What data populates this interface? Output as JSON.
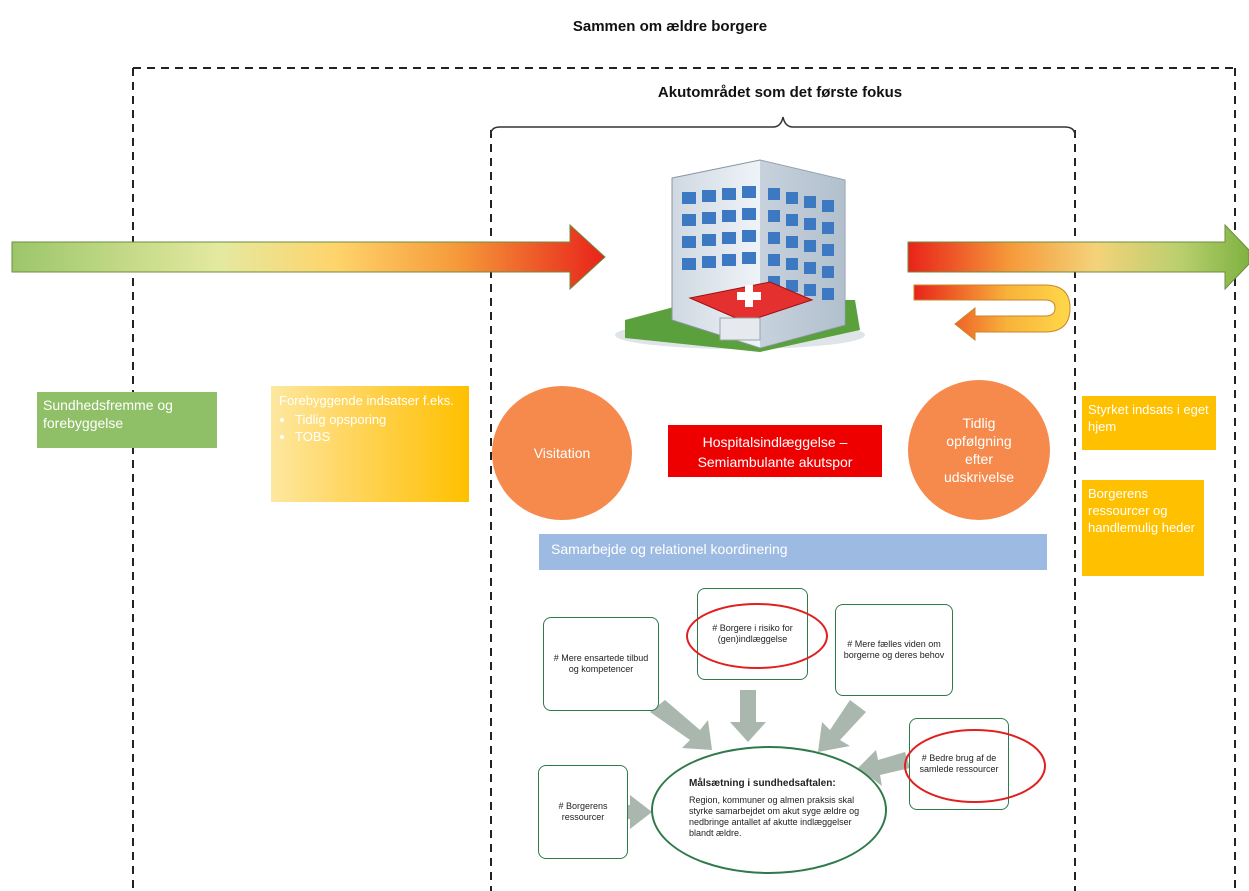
{
  "title": "Sammen om ældre borgere",
  "subtitle": "Akutområdet som det første fokus",
  "left_boxes": {
    "health": "Sundhedsfremme og forebyggelse",
    "prevention_title": "Forebyggende indsatser f.eks.",
    "prevention_items": [
      "Tidlig opsporing",
      "TOBS"
    ]
  },
  "center": {
    "visitation": "Visitation",
    "hospital": "Hospitalsindlæggelse – Semiambulante akutspor",
    "followup": "Tidlig opfølgning efter udskrivelse",
    "collaboration": "Samarbejde og relationel koordinering"
  },
  "right_boxes": {
    "home": "Styrket indsats i eget hjem",
    "resources": "Borgerens ressourcer og handlemulig heder"
  },
  "goals": {
    "box1": "# Mere ensartede tilbud og kompetencer",
    "box2": "# Borgere i risiko for (gen)indlæggelse",
    "box3": "# Mere fælles viden om borgerne og deres behov",
    "box4": "# Bedre brug af de samlede ressourcer",
    "box5": "# Borgerens ressourcer",
    "center_title": "Målsætning i sundhedsaftalen:",
    "center_text": "Region, kommuner og almen praksis skal styrke samarbejdet om akut syge ældre og nedbringe antallet af akutte indlæggelser blandt ældre."
  },
  "colors": {
    "green": "#8fbf67",
    "yellow": "#ffc000",
    "orange_circle": "#f58a4c",
    "red": "#ee0000",
    "blue": "#9dbbe2",
    "dark_green": "#2f7a4a",
    "highlight_red": "#e02020"
  },
  "icons": {
    "hospital": "hospital-building-icon"
  }
}
